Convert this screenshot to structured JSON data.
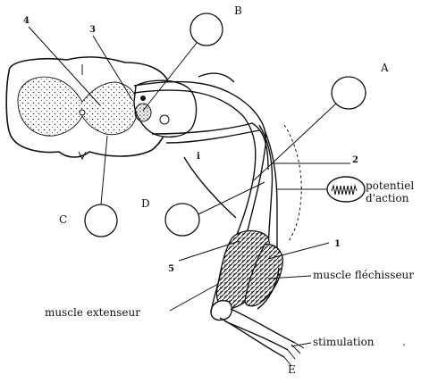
{
  "labels": {
    "A": "A",
    "B": "B",
    "C": "C",
    "D": "D",
    "E": "E",
    "n1": "1",
    "n2": "2",
    "n3": "3",
    "n4": "4",
    "n5": "5",
    "potentiel_line1": "potentiel",
    "potentiel_line2": "d'action",
    "muscle_flechisseur": "muscle fléchisseur",
    "muscle_extenseur": "muscle extenseur",
    "stimulation": "stimulation",
    "tick_i": "i",
    "dot_a": "."
  }
}
